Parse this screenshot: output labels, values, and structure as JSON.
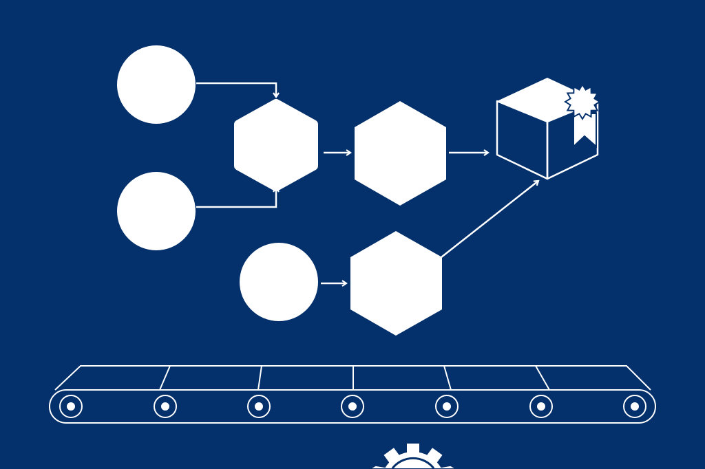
{
  "colors": {
    "background": "#04306b",
    "foreground": "#ffffff"
  },
  "icons": [
    "input-circle",
    "process-hexagon",
    "arrow",
    "product-box",
    "quality-badge",
    "conveyor-belt",
    "roller",
    "gear"
  ]
}
